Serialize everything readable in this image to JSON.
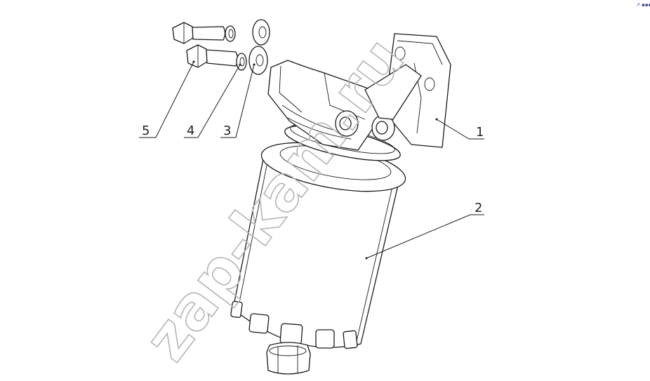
{
  "callouts": [
    {
      "number": "1",
      "part": "bracket"
    },
    {
      "number": "2",
      "part": "fuel-filter"
    },
    {
      "number": "3",
      "part": "washer"
    },
    {
      "number": "4",
      "part": "spring-washer"
    },
    {
      "number": "5",
      "part": "bolt"
    }
  ],
  "watermark": "zap-kam.ru",
  "corner_mark": "↗ ▪▪▪",
  "colors": {
    "line": "#1a1a1a",
    "watermark": "#b5b5b5",
    "background": "#ffffff"
  }
}
